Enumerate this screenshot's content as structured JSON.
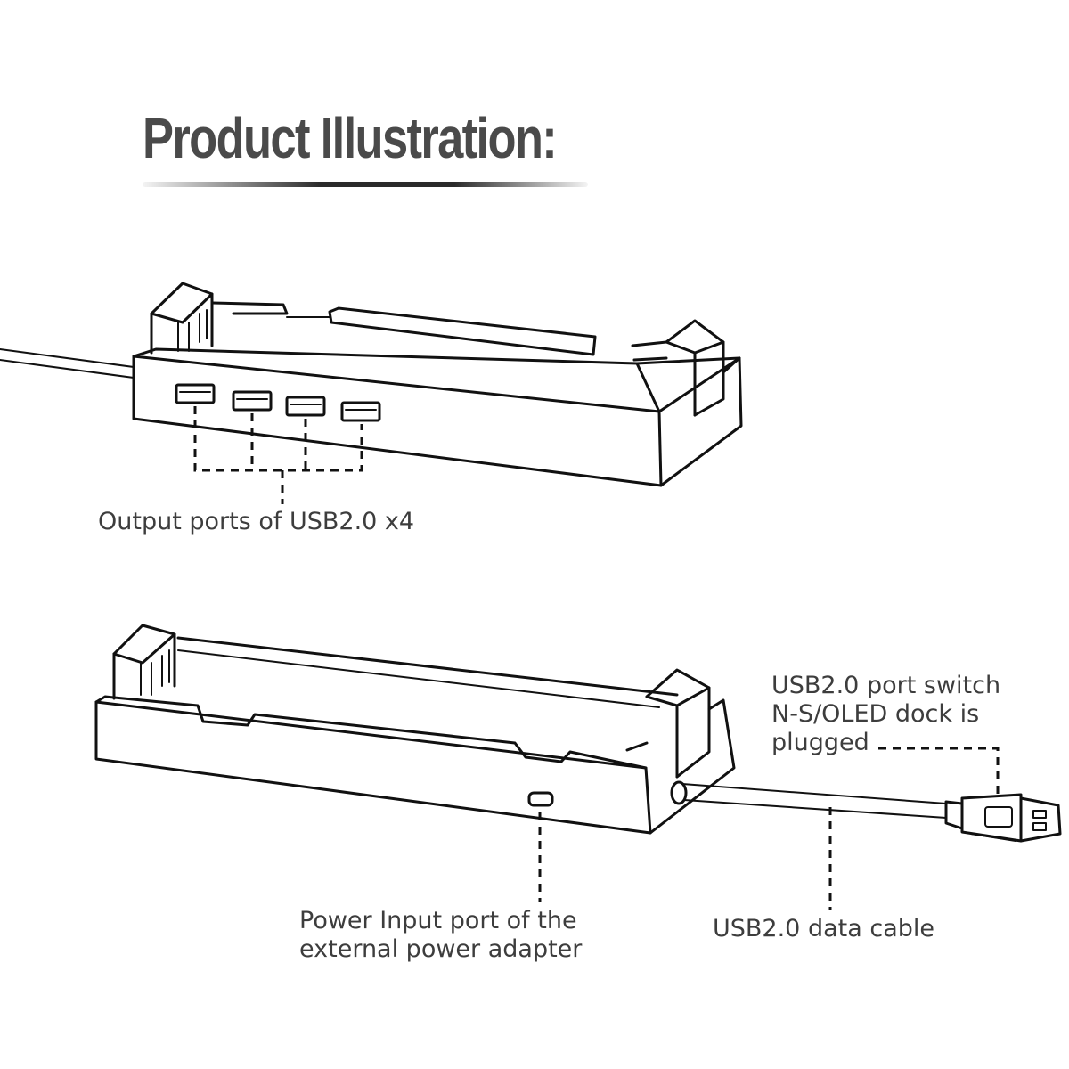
{
  "header": {
    "title": "Product Illustration:"
  },
  "callouts": {
    "output_ports": "Output ports of USB2.0 x4",
    "port_switch": [
      "USB2.0 port switch",
      "N-S/OLED dock is",
      "plugged"
    ],
    "power_input": [
      "Power Input port of the",
      "external power adapter"
    ],
    "data_cable": "USB2.0 data cable"
  }
}
